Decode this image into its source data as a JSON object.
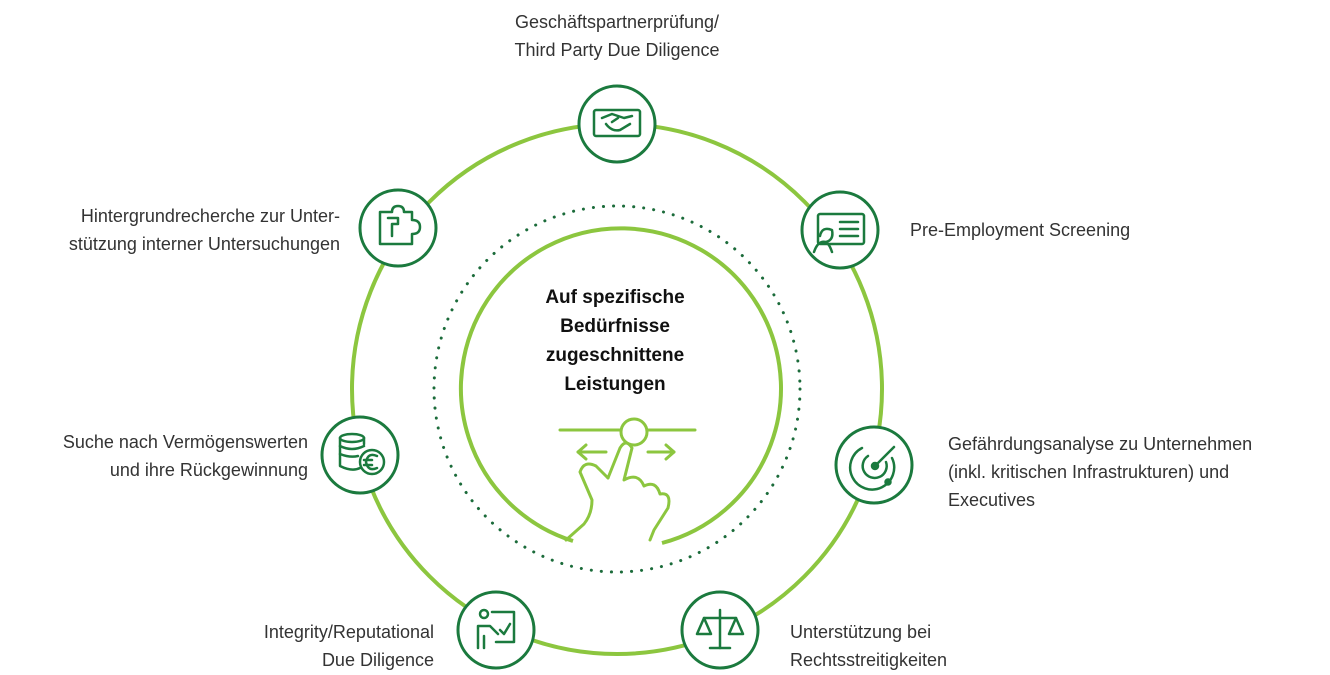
{
  "colors": {
    "outer_ring": "#8cc63f",
    "node_ring": "#1b7a3e",
    "dotted_ring": "#1b6b3a",
    "inner_ring": "#8cc63f",
    "hand_icon": "#8cc63f",
    "label_text": "#333333",
    "center_text": "#111111"
  },
  "center": {
    "lines": [
      "Auf spezifische",
      "Bedürfnisse",
      "zugeschnittene",
      "Leistungen"
    ],
    "icon": "hand-swipe-icon"
  },
  "services": [
    {
      "id": "tpdd",
      "icon": "handshake-icon",
      "lines": [
        "Geschäftspartnerprüfung/",
        "Third Party Due Diligence"
      ]
    },
    {
      "id": "pes",
      "icon": "cv-screening-icon",
      "lines": [
        "Pre-Employment Screening"
      ]
    },
    {
      "id": "threat",
      "icon": "radar-icon",
      "lines": [
        "Gefährdungsanalyse zu Unternehmen",
        "(inkl. kritischen Infrastrukturen) und",
        "Executives"
      ]
    },
    {
      "id": "litigation",
      "icon": "scales-icon",
      "lines": [
        "Unterstützung bei",
        "Rechtsstreitigkeiten"
      ]
    },
    {
      "id": "integrity",
      "icon": "presentation-icon",
      "lines": [
        "Integrity/Reputational",
        "Due Diligence"
      ]
    },
    {
      "id": "assets",
      "icon": "coins-euro-icon",
      "lines": [
        "Suche nach Vermögenswerten",
        "und ihre Rückgewinnung"
      ]
    },
    {
      "id": "investigations",
      "icon": "puzzle-icon",
      "lines": [
        "Hintergrundrecherche zur Unter-",
        "stützung interner Untersuchungen"
      ]
    }
  ]
}
